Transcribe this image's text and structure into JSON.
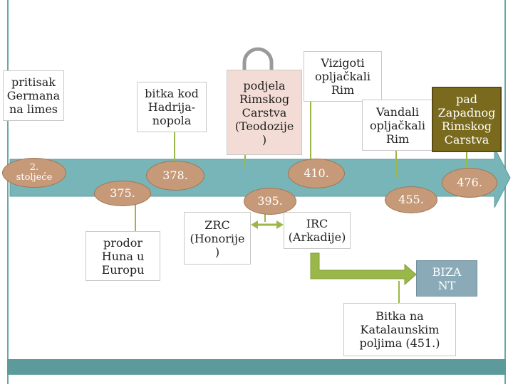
{
  "labels": {
    "pritisak": "pritisak\nGermana\nna limes",
    "bitka_kod": "bitka kod\nHadrija-\nnopola",
    "podjela": "podjela\nRimskog\nCarstva\n(Teodozije\n)",
    "vizigoti": "Vizigoti\nopljačkali\nRim",
    "vandali": "Vandali\nopljačkali\nRim",
    "pad": "pad\nZapadnog\nRimskog\nCarstva",
    "prodor": "prodor\nHuna u\nEuropu",
    "zrc": "ZRC\n(Honorije\n)",
    "irc": "IRC\n(Arkadije)",
    "biza": "BIZA\nNT",
    "bitka_na": "Bitka na\nKatalaunskim\npoljima (451.)"
  },
  "years": {
    "stoljece": "2.\nstoljeće",
    "y375": "375.",
    "y378": "378.",
    "y395": "395.",
    "y410": "410.",
    "y455": "455.",
    "y476": "476."
  },
  "colors": {
    "frame": "#6aa8a8",
    "arrow": "#78b5b8",
    "oval": "#c69a78",
    "green_arrow": "#9ab84a",
    "pink_box": "#f3dcd6",
    "olive_box": "#7a6a1e",
    "steel_box": "#8aaab8"
  }
}
